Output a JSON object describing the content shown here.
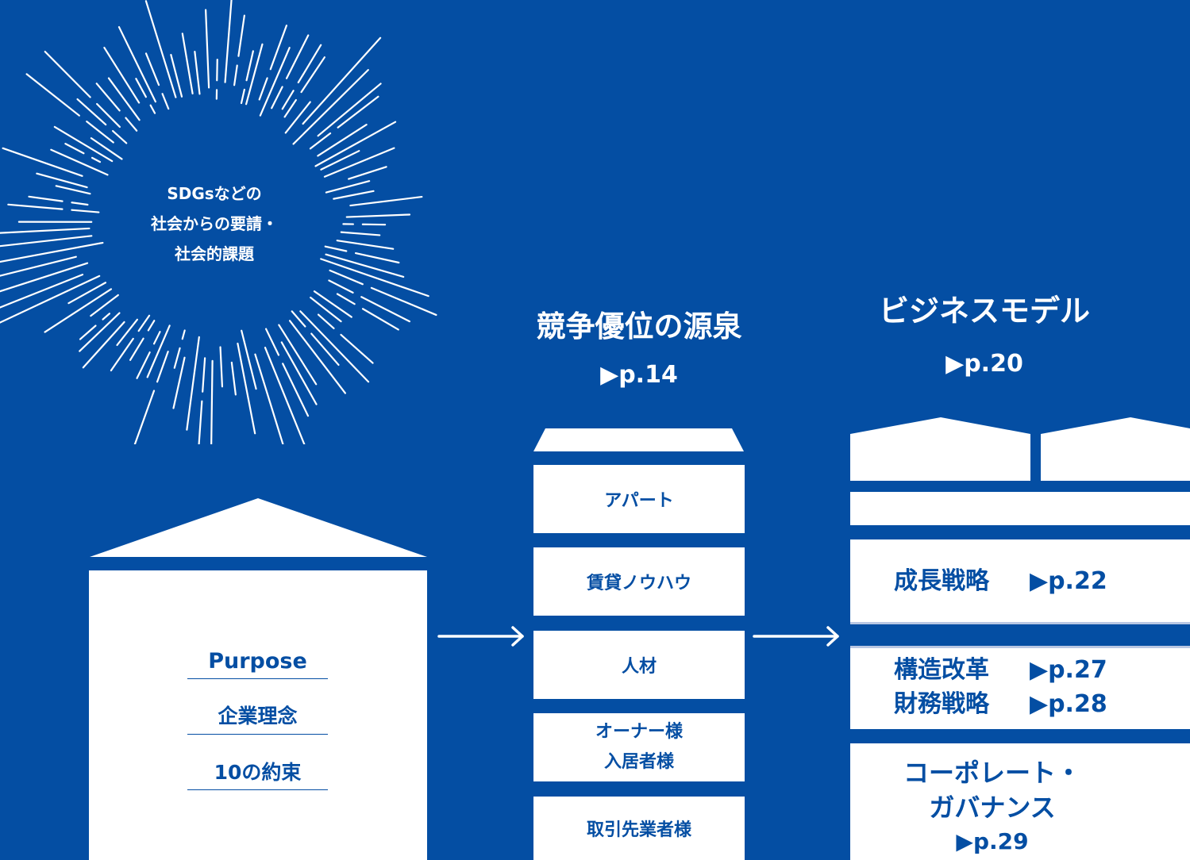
{
  "burst": {
    "line1": "SDGsなどの",
    "line2": "社会からの要請・",
    "line3": "社会的課題"
  },
  "house": {
    "purpose": "Purpose",
    "philosophy": "企業理念",
    "promises": "10の約束"
  },
  "advantage": {
    "title": "競争優位の源泉",
    "ref": "▶p.14",
    "items": [
      "アパート",
      "賃貸ノウハウ",
      "人材",
      "オーナー様\n入居者様",
      "取引先業者様"
    ]
  },
  "model": {
    "title": "ビジネスモデル",
    "ref": "▶p.20",
    "growth": {
      "label": "成長戦略",
      "ref": "▶p.22"
    },
    "structure": {
      "label": "構造改革",
      "ref": "▶p.27"
    },
    "finance": {
      "label": "財務戦略",
      "ref": "▶p.28"
    },
    "governance": {
      "line1": "コーポレート・",
      "line2": "ガバナンス",
      "ref": "▶p.29"
    }
  },
  "colors": {
    "background": "#044ea3",
    "panel": "#ffffff"
  }
}
